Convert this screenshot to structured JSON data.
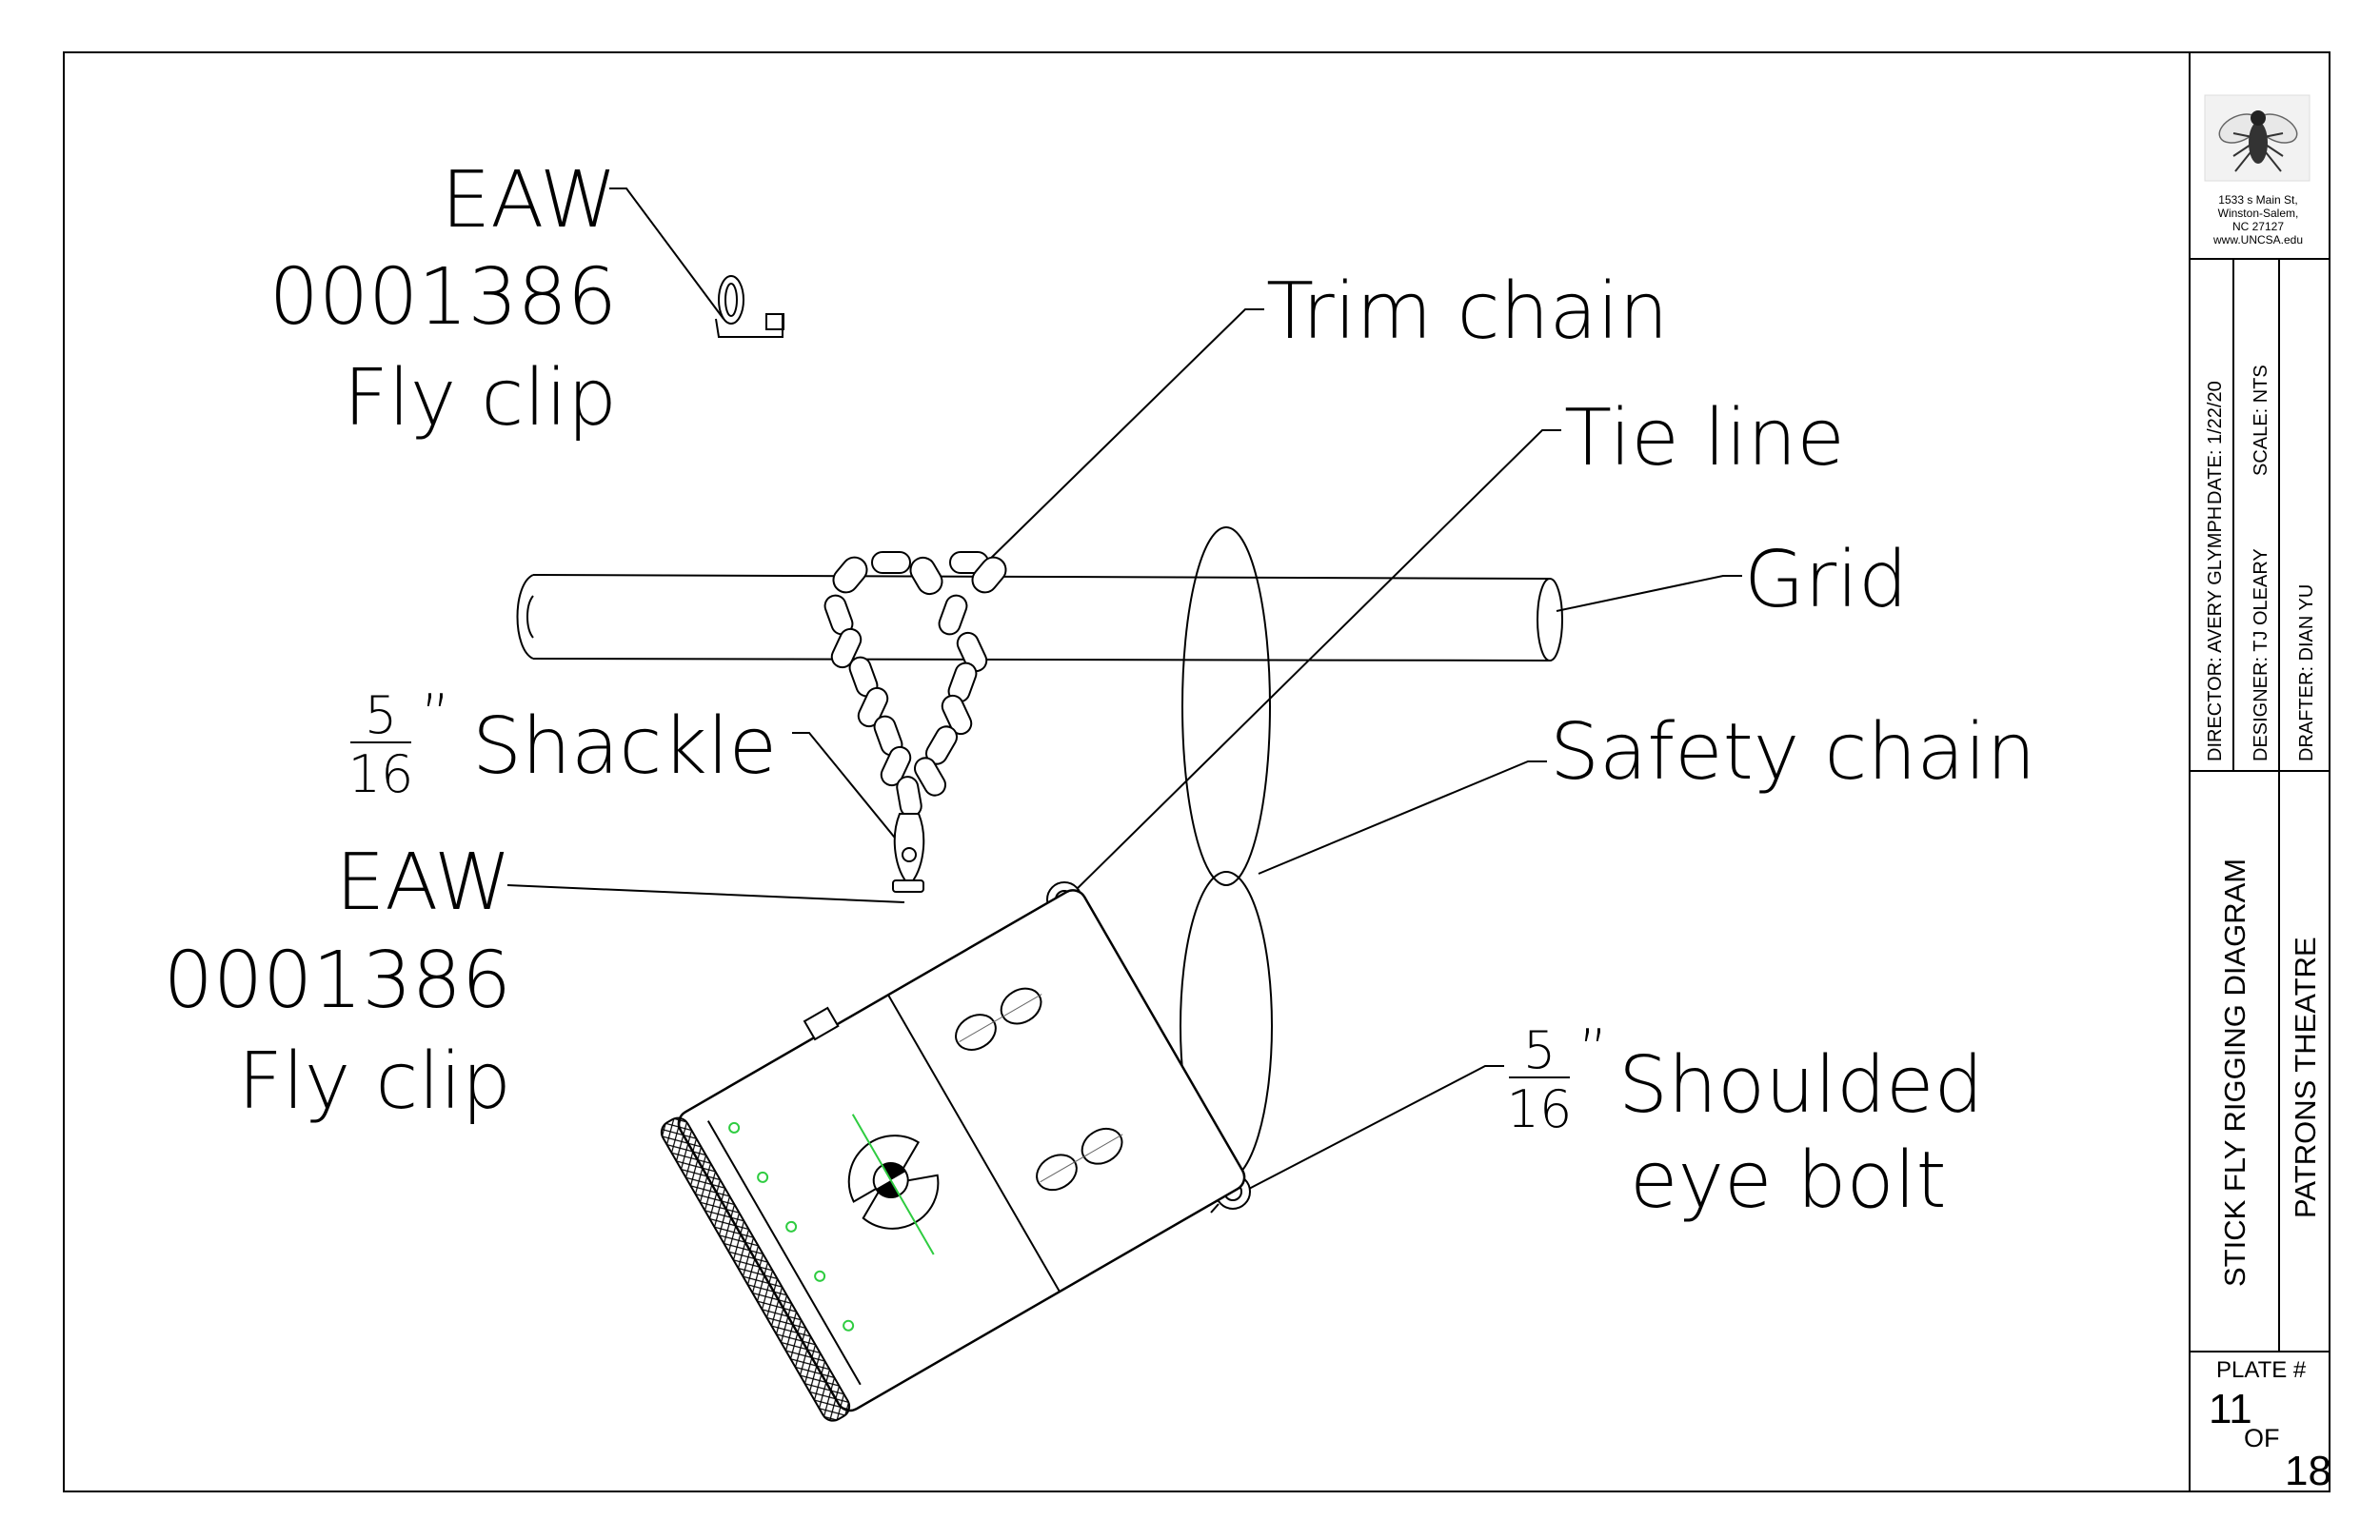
{
  "callouts": {
    "fly_clip_top": {
      "line1": "EAW",
      "line2": "0001386",
      "line3": "Fly clip"
    },
    "trim_chain": "Trim chain",
    "tie_line": "Tie line",
    "grid": "Grid",
    "shackle": {
      "numerator": "5",
      "denominator": "16",
      "unit": "”",
      "label": "Shackle"
    },
    "safety_chain": "Safety chain",
    "fly_clip_mid": {
      "line1": "EAW",
      "line2": "0001386",
      "line3": "Fly clip"
    },
    "eye_bolt": {
      "numerator": "5",
      "denominator": "16",
      "unit": "”",
      "label": "Shoulded",
      "line2": "eye bolt"
    }
  },
  "title_block": {
    "address": [
      "1533 s Main St,",
      "Winston-Salem,",
      "NC 27127",
      "www.UNCSA.edu"
    ],
    "director": "DIRECTOR: AVERY GLYMPH",
    "date": "DATE: 1/22/20",
    "designer": "DESIGNER: TJ OLEARY",
    "scale": "SCALE: NTS",
    "drafter": "DRAFTER: DIAN YU",
    "drawing_title": "STICK FLY RIGGING DIAGRAM",
    "venue": "PATRONS THEATRE",
    "plate_label": "PLATE #",
    "plate_number": "11",
    "plate_of": "OF",
    "plate_total": "18"
  },
  "colors": {
    "line": "#000000",
    "accent": "#2ecc40"
  },
  "icons": {
    "logo": "fly-insect-icon"
  }
}
